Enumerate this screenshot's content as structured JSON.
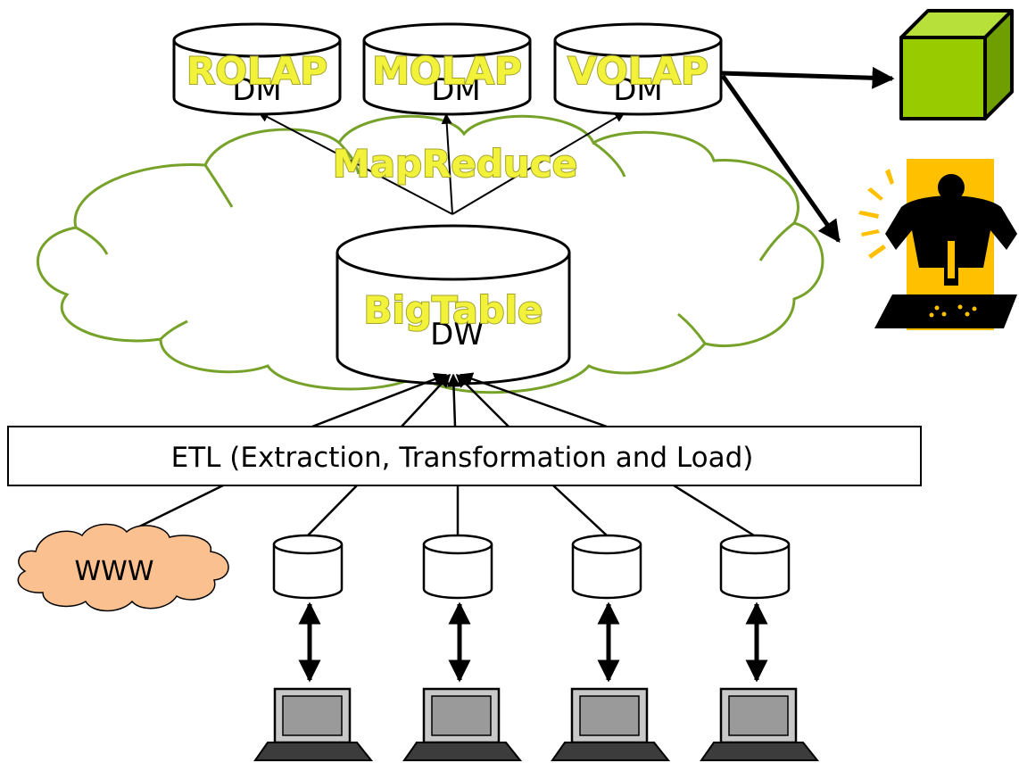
{
  "datamarts": [
    {
      "label": "DM",
      "overlay": "ROLAP"
    },
    {
      "label": "DM",
      "overlay": "MOLAP"
    },
    {
      "label": "DM",
      "overlay": "VOLAP"
    }
  ],
  "cloud_label": "MapReduce",
  "warehouse": {
    "label": "DW",
    "overlay": "BigTable"
  },
  "etl": {
    "label": "ETL (Extraction, Transformation and Load)"
  },
  "web_source": {
    "label": "WWW"
  },
  "colors": {
    "cloud_outline": "#77a22a",
    "cube_face": "#99cc00",
    "glow_fill": "#f2f23a",
    "www_fill": "#fbc08f",
    "drill_bg": "#ffc000"
  },
  "icons": [
    "olap-cube-icon",
    "drilling-worker-icon",
    "laptop-icon"
  ]
}
